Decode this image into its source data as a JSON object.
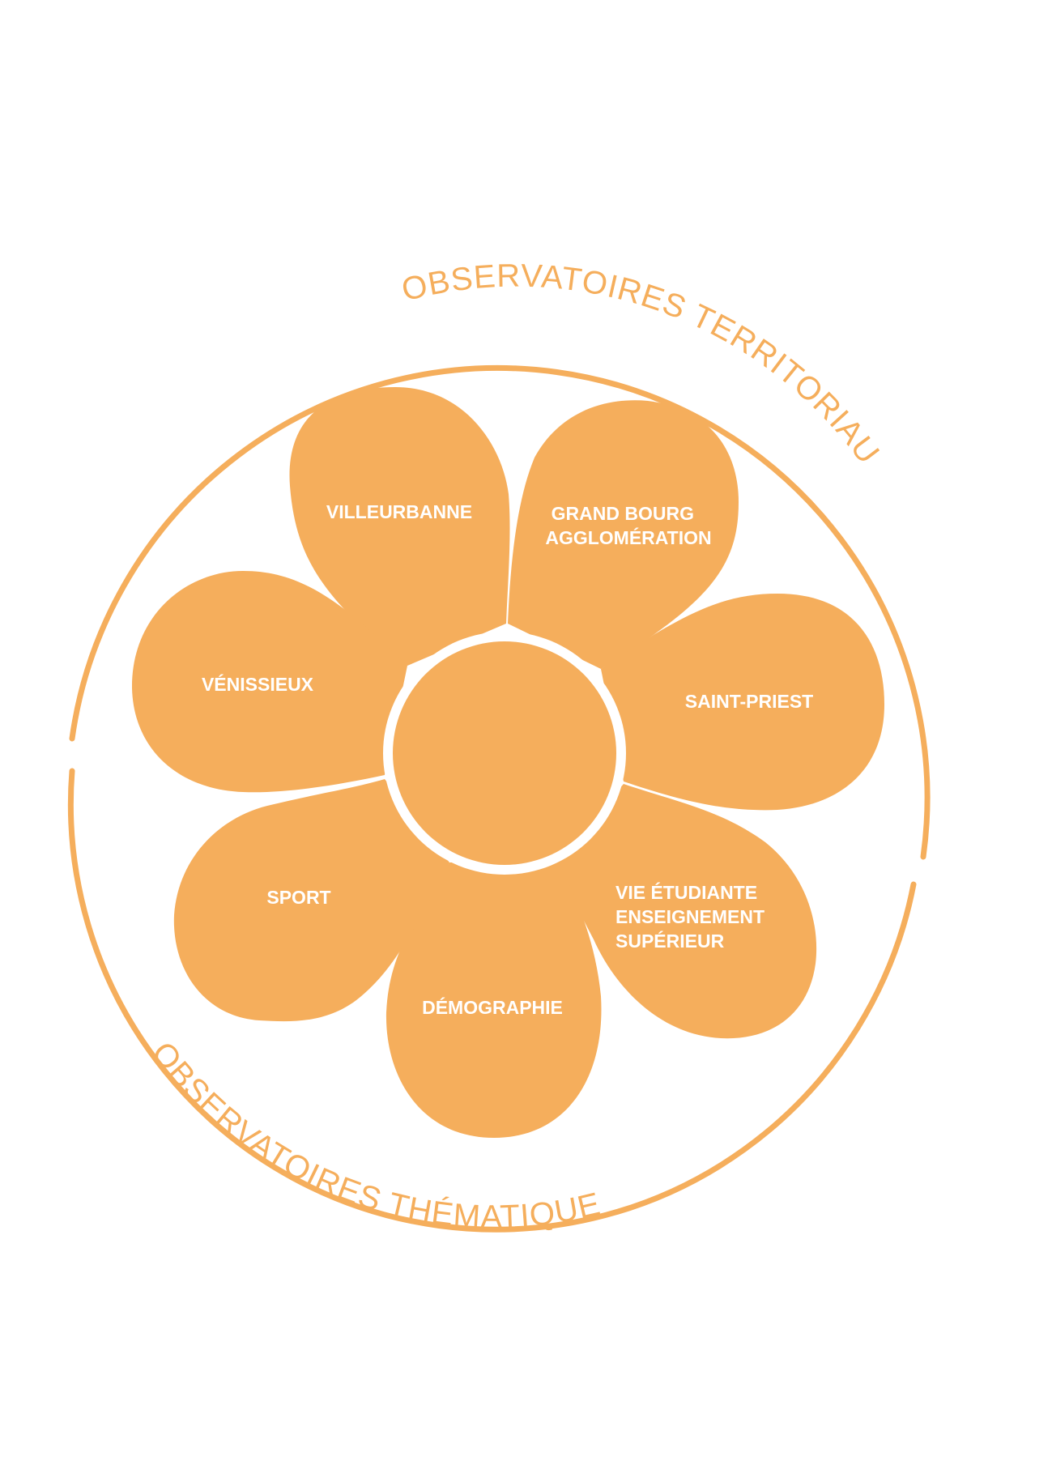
{
  "colors": {
    "petal": "#F5AE5C",
    "ring": "#F5AE5C",
    "text_on_petal": "#FFFFFF",
    "background": "#FFFFFF"
  },
  "ring_labels": {
    "top": "OBSERVATOIRES TERRITORIAUX",
    "bottom": "OBSERVATOIRES THÉMATIQUES"
  },
  "petals": [
    {
      "id": "villeurbanne",
      "lines": [
        "VILLEURBANNE"
      ]
    },
    {
      "id": "grand-bourg",
      "lines": [
        "GRAND  BOURG",
        "AGGLOMÉRATION"
      ]
    },
    {
      "id": "saint-priest",
      "lines": [
        "SAINT-PRIEST"
      ]
    },
    {
      "id": "vie-etudiante",
      "lines": [
        "VIE ÉTUDIANTE",
        "ENSEIGNEMENT",
        "SUPÉRIEUR"
      ]
    },
    {
      "id": "demographie",
      "lines": [
        "DÉMOGRAPHIE"
      ]
    },
    {
      "id": "sport",
      "lines": [
        "SPORT"
      ]
    },
    {
      "id": "venissieux",
      "lines": [
        "VÉNISSIEUX"
      ]
    }
  ]
}
